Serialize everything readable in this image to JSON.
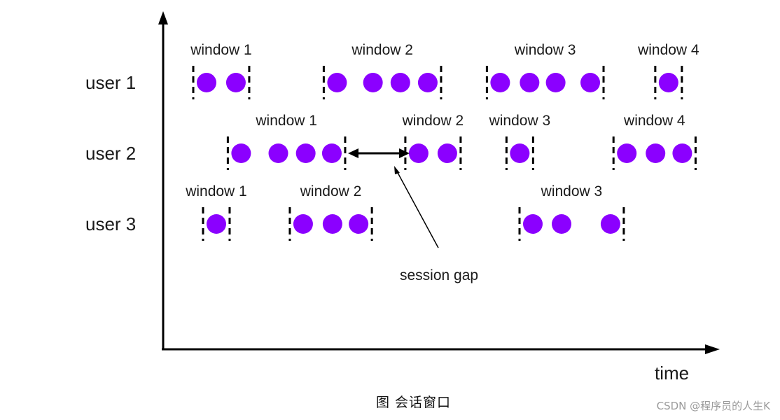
{
  "diagram": {
    "title": "Session windows",
    "axes": {
      "x_label": "time",
      "y_label": ""
    },
    "dot_color": "#8b00ff",
    "users": [
      {
        "label": "user 1",
        "windows": [
          {
            "label": "window 1",
            "events": [
              0.0,
              0.45
            ]
          },
          {
            "label": "window 2",
            "events": [
              2.0,
              2.55,
              2.97,
              3.39
            ]
          },
          {
            "label": "window 3",
            "events": [
              4.5,
              4.95,
              5.35,
              5.88
            ]
          },
          {
            "label": "window 4",
            "events": [
              7.08
            ]
          }
        ]
      },
      {
        "label": "user 2",
        "windows": [
          {
            "label": "window 1",
            "events": [
              0.53,
              1.1,
              1.52,
              1.92
            ]
          },
          {
            "label": "window 2",
            "events": [
              3.25,
              3.69
            ]
          },
          {
            "label": "window 3",
            "events": [
              4.8
            ]
          },
          {
            "label": "window 4",
            "events": [
              6.44,
              6.88,
              7.29
            ]
          }
        ]
      },
      {
        "label": "user 3",
        "windows": [
          {
            "label": "window 1",
            "events": [
              0.15
            ]
          },
          {
            "label": "window 2",
            "events": [
              1.48,
              1.93,
              2.33
            ]
          },
          {
            "label": "window 3",
            "events": [
              5.0,
              5.44,
              6.19
            ]
          }
        ]
      }
    ],
    "annotation": {
      "label": "session gap",
      "between": "user 2 window 1 and window 2"
    }
  },
  "caption": "图 会话窗口",
  "watermark": "CSDN @程序员的人生K"
}
